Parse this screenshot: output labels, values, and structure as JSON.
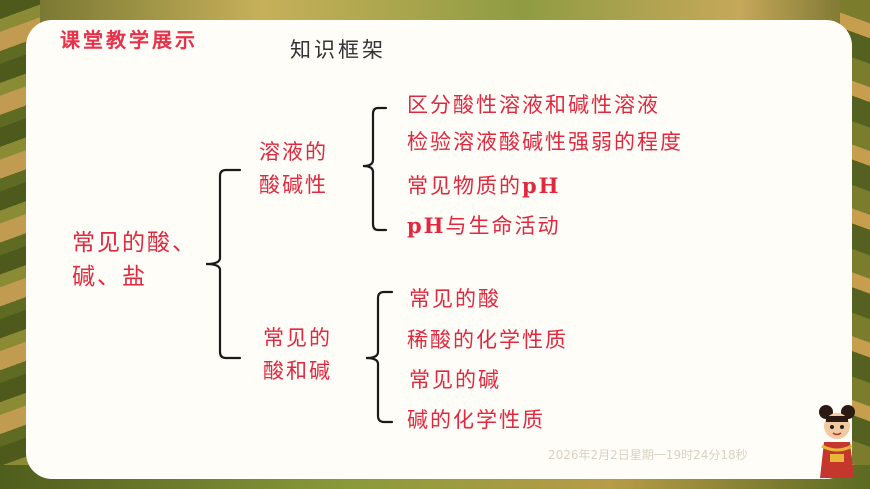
{
  "header": {
    "section_title": "课堂教学展示",
    "frame_title": "知识框架"
  },
  "diagram": {
    "root": {
      "line1": "常见的酸、",
      "line2": "碱、盐"
    },
    "branch1": {
      "line1": "溶液的",
      "line2": "酸碱性",
      "leaves": [
        "区分酸性溶液和碱性溶液",
        "检验溶液酸碱性强弱的程度",
        "常见物质的pH",
        "pH与生命活动"
      ]
    },
    "branch2": {
      "line1": "常见的",
      "line2": "酸和碱",
      "leaves": [
        "常见的酸",
        "稀酸的化学性质",
        "常见的碱",
        "碱的化学性质"
      ]
    }
  },
  "footer": {
    "timestamp": "2026年2月2日星期一19时24分18秒"
  },
  "colors": {
    "accent": "#e1283f",
    "title": "#e8314a",
    "card": "#fffdf7"
  }
}
